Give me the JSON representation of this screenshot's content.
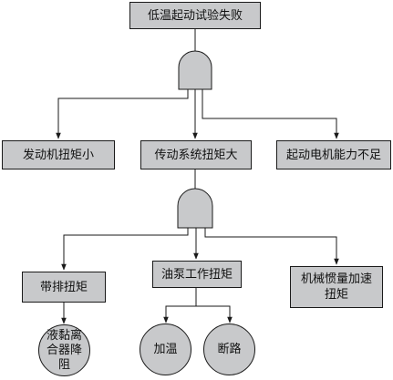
{
  "diagram": {
    "top_event": "低温起动试验失败",
    "level1": [
      "发动机扭矩小",
      "传动系统扭矩大",
      "起动电机能力不足"
    ],
    "level2": [
      "带排扭矩",
      "油泵工作扭矩",
      "机械惯量加速扭矩"
    ],
    "basic_events": [
      "液黏离合器降阻",
      "加温",
      "断路"
    ],
    "colors": {
      "node_fill": "#c8c9cb",
      "stroke": "#1a1a1a",
      "background": "#ffffff"
    }
  }
}
